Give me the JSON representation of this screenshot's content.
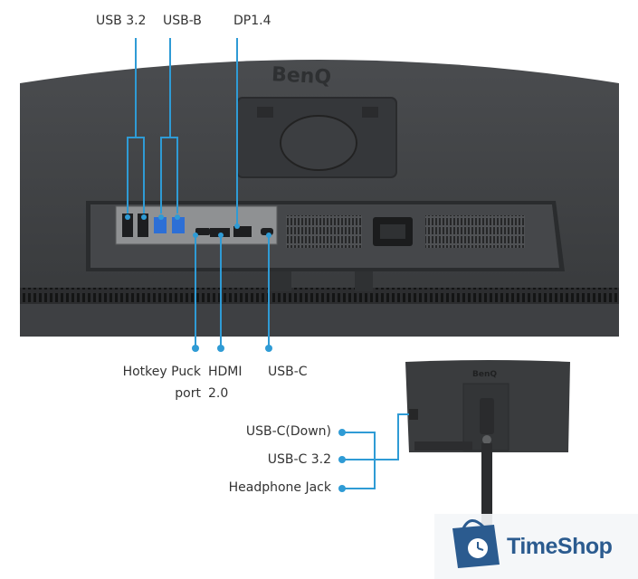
{
  "image": {
    "monitor_brand": "BenQ",
    "top_labels": [
      {
        "id": "usb32",
        "text": "USB 3.2"
      },
      {
        "id": "usbb",
        "text": "USB-B"
      },
      {
        "id": "dp",
        "text": "DP1.4"
      }
    ],
    "bottom_labels": {
      "hotkey_line1": "Hotkey Puck",
      "hotkey_line2": "port",
      "hdmi_line1": "HDMI",
      "hdmi_line2": "2.0",
      "usbc": "USB-C"
    },
    "side_labels": [
      {
        "id": "usbc-down",
        "text": "USB-C(Down)"
      },
      {
        "id": "usbc32",
        "text": "USB-C 3.2"
      },
      {
        "id": "headphone",
        "text": "Headphone Jack"
      }
    ],
    "watermark": {
      "text": "TimeShop"
    },
    "colors": {
      "callout": "#2f9bd5",
      "monitor": "#3a3c3e",
      "panel": "#4b4d50",
      "brand_text": "#2b5b8f"
    }
  }
}
